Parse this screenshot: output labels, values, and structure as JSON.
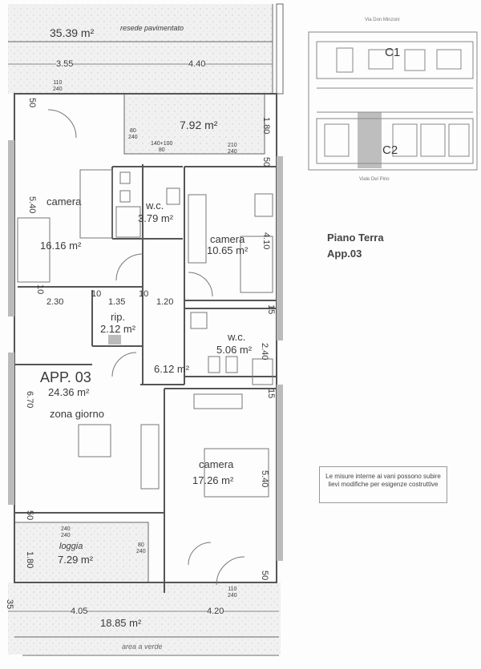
{
  "plan": {
    "outdoor_top": {
      "area": "35.39 m²",
      "label": "resede pavimentato",
      "dims": [
        "3.55",
        "4.40"
      ]
    },
    "patio": {
      "area": "7.92 m²",
      "dim": "1.80"
    },
    "rooms": {
      "bedroom1": {
        "label": "camera",
        "area": "16.16 m²"
      },
      "wc1": {
        "label": "w.c.",
        "area": "3.79 m²"
      },
      "bedroom2": {
        "label": "camera",
        "area": "10.65 m²"
      },
      "storage": {
        "label": "rip.",
        "area": "2.12 m²"
      },
      "wc2": {
        "label": "w.c.",
        "area": "5.06 m²"
      },
      "hall": {
        "area": "6.12 m²"
      },
      "living": {
        "title": "APP. 03",
        "area": "24.36 m²",
        "label": "zona giorno"
      },
      "bedroom3": {
        "label": "camera",
        "area": "17.26 m²"
      },
      "loggia": {
        "label": "loggia",
        "area": "7.29 m²"
      }
    },
    "horizontal_dims": [
      "2.30",
      "10",
      "1.35",
      "10",
      "1.20"
    ],
    "left_dims": [
      "50",
      "5.40",
      "10",
      "6.70",
      "50",
      "1.80",
      "35"
    ],
    "right_dims": [
      "50",
      "4.10",
      "15",
      "2.40",
      "15",
      "5.40",
      "50"
    ],
    "door_labels": [
      "110\n240",
      "80\n240",
      "140+100\n80",
      "210\n240",
      "240\n240",
      "80\n240",
      "110\n240"
    ],
    "outdoor_bottom": {
      "area": "18.85 m²",
      "label": "area a verde",
      "dims": [
        "4.05",
        "4.20"
      ]
    }
  },
  "keymap": {
    "street_top": "Via Don Minzoni",
    "street_bottom": "Viale Del Pino",
    "block1": "C1",
    "block2": "C2",
    "highlight_color": "#8a8a8a"
  },
  "legend": {
    "floor": "Piano Terra",
    "unit": "App.03"
  },
  "note": "Le misure interne ai vani possono subire lievi modifiche per esigenze costruttive"
}
